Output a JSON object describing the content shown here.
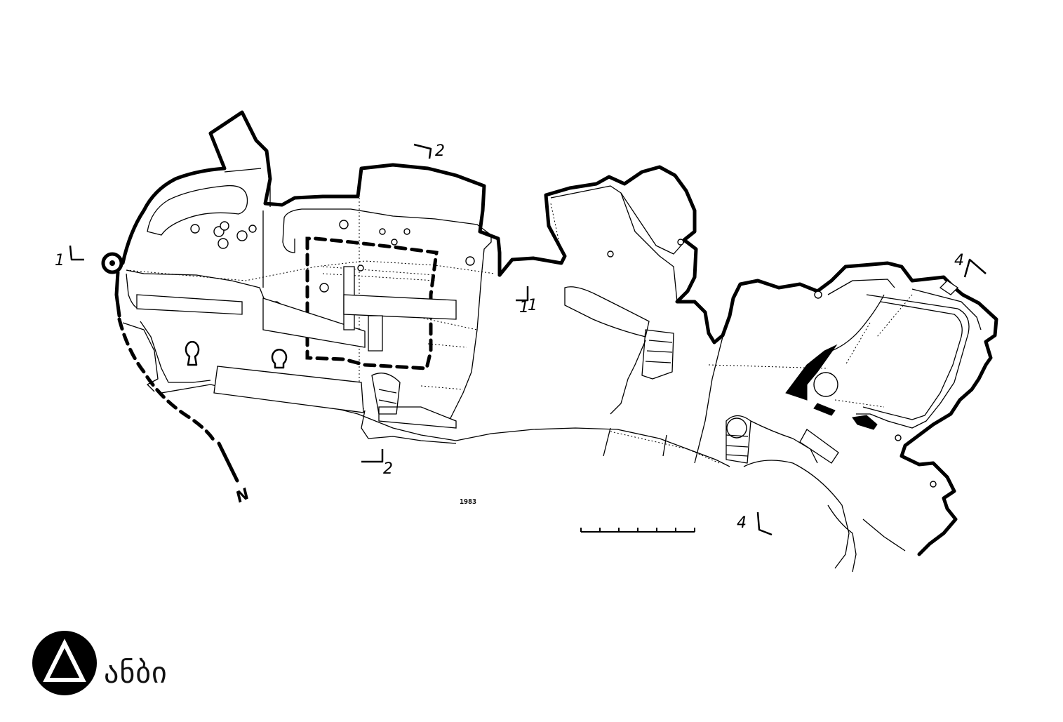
{
  "plan": {
    "section_marks": {
      "s1_left": "1",
      "s1_mid": "1",
      "s1_mid_sub": "1",
      "s2_top": "2",
      "s2_bottom": "2",
      "s4_top": "4",
      "s4_bottom": "4"
    },
    "north_label": "N",
    "small_code": "1983",
    "scale_bar": {
      "divisions": 6
    }
  },
  "logo": {
    "icon": "triangle-in-circle-icon",
    "word": "ანბი"
  },
  "colors": {
    "ink": "#000000",
    "paper": "#ffffff"
  }
}
